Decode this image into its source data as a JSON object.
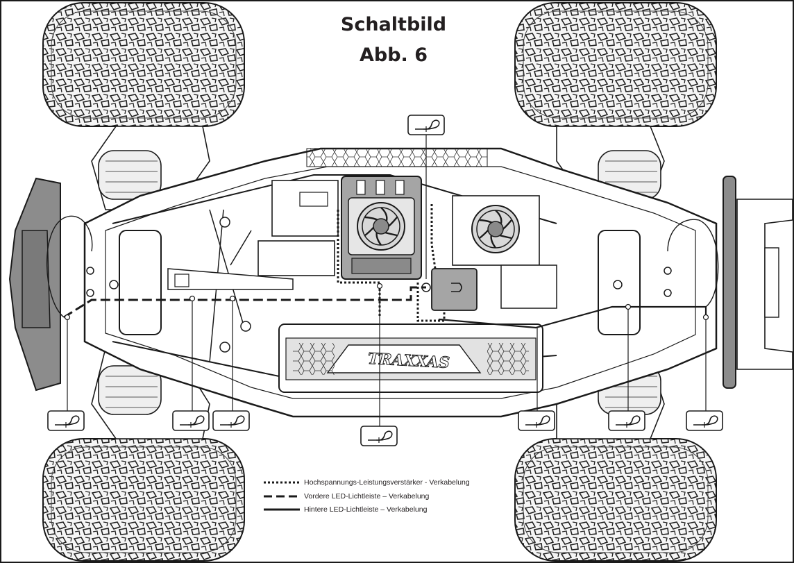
{
  "title": {
    "line1": "Schaltbild",
    "line2": "Abb. 6"
  },
  "legend": [
    {
      "style": "dotted",
      "label": "Hochspannungs-Leistungsverstärker - Verkabelung"
    },
    {
      "style": "dashed",
      "label": "Vordere LED-Lichtleiste – Verkabelung"
    },
    {
      "style": "solid",
      "label": "Hintere LED-Lichtleiste – Verkabelung"
    }
  ],
  "chassis_logo": "TRAXXAS",
  "colors": {
    "line": "#1a1a1a",
    "tire": "#f5f5f5",
    "bumper": "#8c8c8c",
    "component": "#9a9a9a"
  },
  "icons": [
    "cable-clip-icon"
  ]
}
